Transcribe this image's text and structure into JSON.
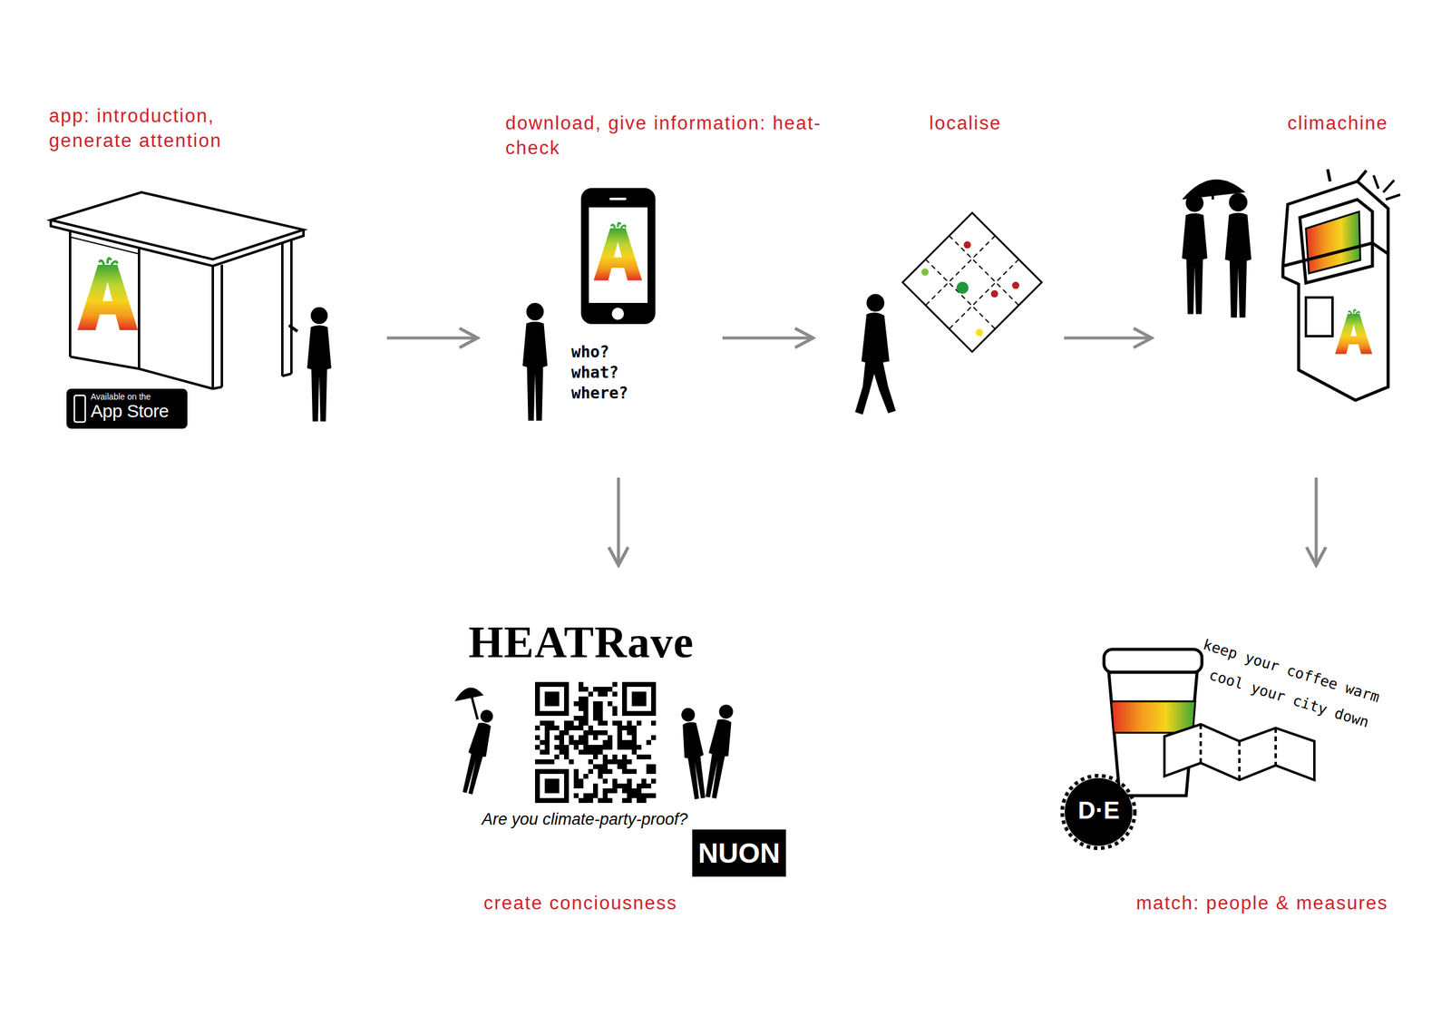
{
  "diagram": {
    "nodes": [
      {
        "text": [
          "app: introduction, generate attention"
        ]
      },
      {
        "text": [
          "download, give information: heat-check",
          "who? what? where?"
        ]
      },
      {
        "text": [
          "localise"
        ]
      },
      {
        "text": [
          "climachine"
        ]
      },
      {
        "text": [
          "HEATRave",
          "Are you climate-party-proof?",
          "NUON",
          "create conciousness"
        ]
      },
      {
        "text": [
          "keep your coffee warm",
          "cool your city down",
          "D·E",
          "match: people & measures"
        ]
      }
    ],
    "edges": [
      {
        "from": 0,
        "to": 1,
        "arrow": "to"
      },
      {
        "from": 1,
        "to": 2,
        "arrow": "to"
      },
      {
        "from": 2,
        "to": 3,
        "arrow": "to"
      },
      {
        "from": 1,
        "to": 4,
        "arrow": "to"
      },
      {
        "from": 3,
        "to": 5,
        "arrow": "to"
      }
    ],
    "labels": [
      "Available on the",
      "App Store"
    ]
  }
}
